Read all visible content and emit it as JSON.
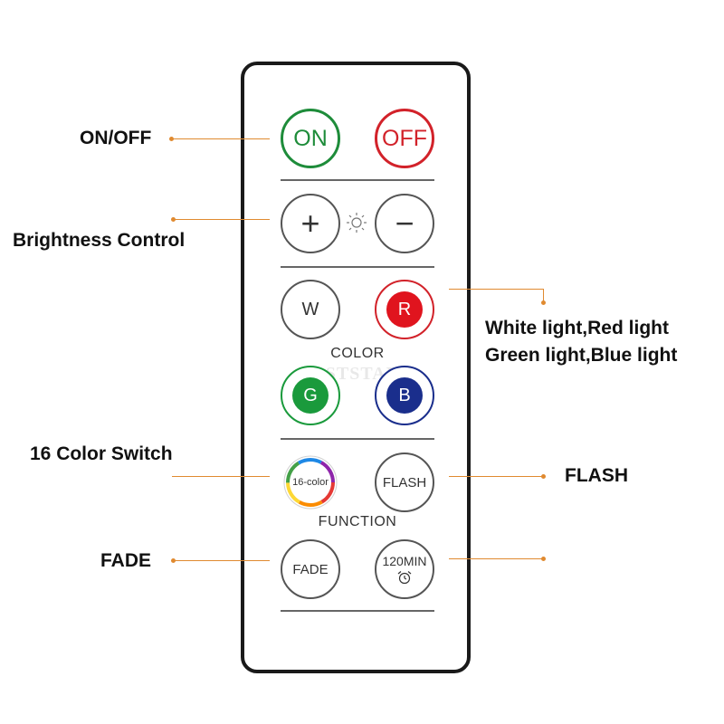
{
  "labels": {
    "on_off": "ON/OFF",
    "brightness": "Brightness Control",
    "color_line1": "White light,Red light",
    "color_line2": "Green light,Blue light",
    "color16": "16 Color Switch",
    "flash": "FLASH",
    "fade": "FADE"
  },
  "remote": {
    "on": "ON",
    "off": "OFF",
    "plus": "+",
    "minus": "−",
    "brightness_icon": "sun-icon",
    "white": "W",
    "red": "R",
    "green": "G",
    "blue": "B",
    "color_section": "COLOR",
    "color16_button": "16-color",
    "flash_button": "FLASH",
    "function_section": "FUNCTION",
    "fade_button": "FADE",
    "timer_button": "120MIN",
    "timer_icon": "alarm-clock-icon"
  },
  "watermark": "POSTSTAR",
  "colors": {
    "on": "#1e8c3a",
    "off": "#d2222a",
    "red": "#e0141e",
    "green": "#1a9a3c",
    "blue": "#1a2e8c",
    "callout_line": "#e08a30"
  }
}
